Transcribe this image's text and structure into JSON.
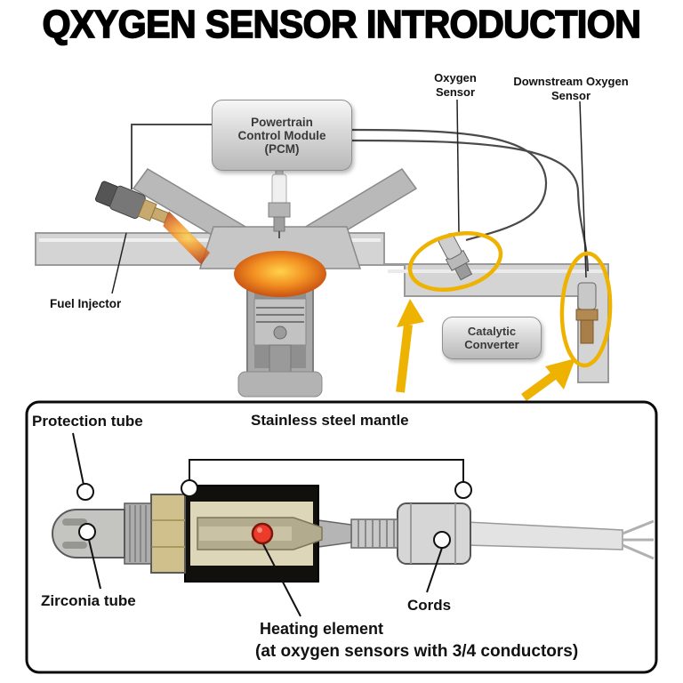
{
  "title": "QXYGEN SENSOR INTRODUCTION",
  "engine_diagram": {
    "pcm_label": "Powertrain Control Module (PCM)",
    "oxygen_sensor_label": "Oxygen Sensor",
    "downstream_sensor_label": "Downstream Oxygen Sensor",
    "fuel_injector_label": "Fuel Injector",
    "catalytic_converter_label": "Catalytic Converter"
  },
  "sensor_diagram": {
    "protection_tube_label": "Protection tube",
    "stainless_mantle_label": "Stainless steel mantle",
    "zirconia_tube_label": "Zirconia tube",
    "heating_element_label": "Heating element",
    "cords_label": "Cords",
    "conductors_note": "(at oxygen sensors with 3/4 conductors)"
  },
  "colors": {
    "highlight_yellow": "#eeb200",
    "heating_red": "#ea3b2b",
    "pipe_gray": "#d4d4d4",
    "title_black": "#000000"
  }
}
